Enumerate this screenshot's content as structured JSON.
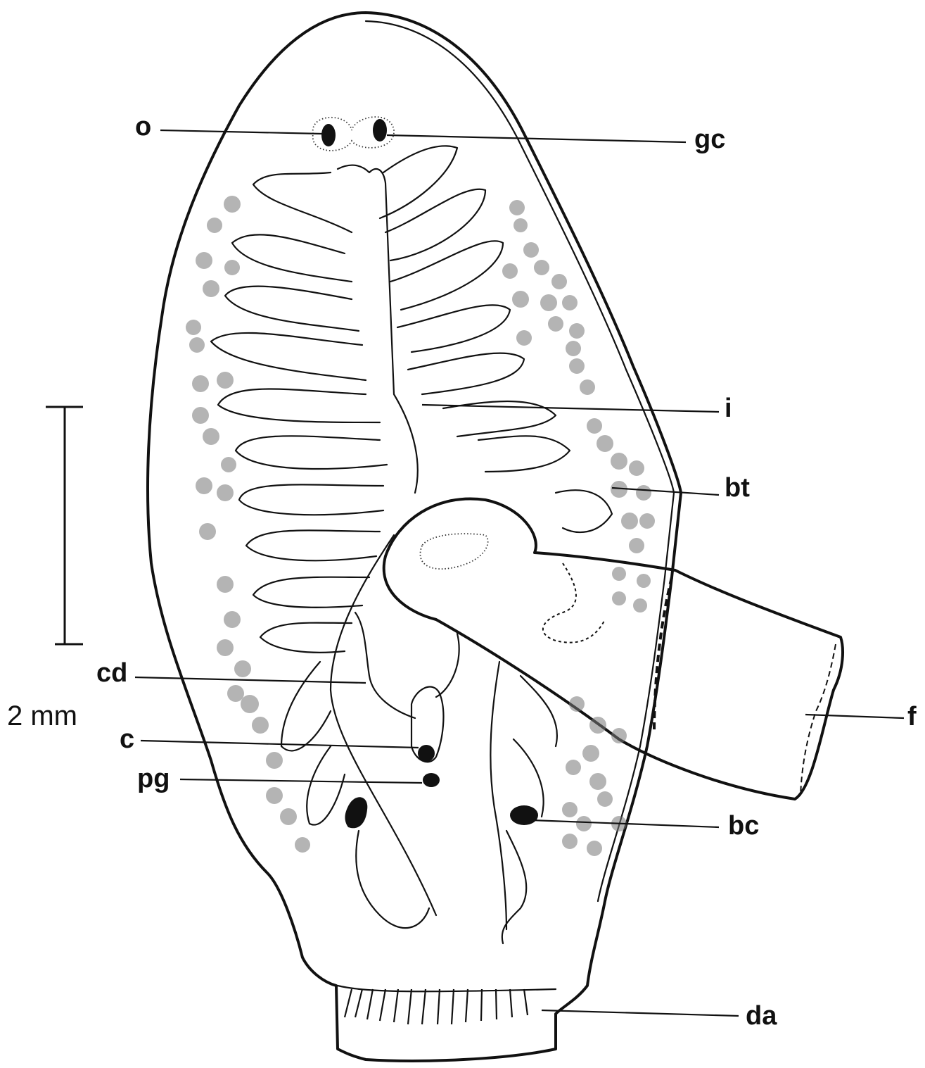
{
  "figure": {
    "labels": {
      "o": "o",
      "gc": "gc",
      "i": "i",
      "bt": "bt",
      "cd": "cd",
      "c": "c",
      "pg": "pg",
      "bc": "bc",
      "f": "f",
      "da": "da"
    },
    "scale_bar": {
      "label": "2 mm"
    }
  }
}
